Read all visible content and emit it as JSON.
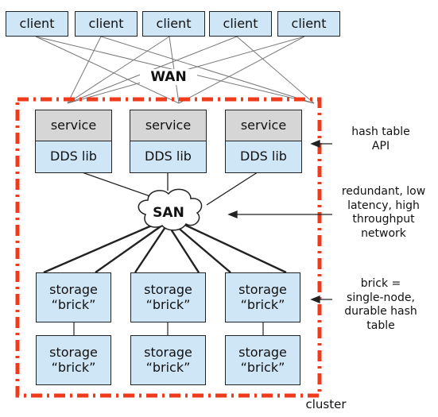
{
  "clients": [
    "client",
    "client",
    "client",
    "client",
    "client"
  ],
  "wan_label": "WAN",
  "services": [
    {
      "top": "service",
      "bottom": "DDS lib"
    },
    {
      "top": "service",
      "bottom": "DDS lib"
    },
    {
      "top": "service",
      "bottom": "DDS lib"
    }
  ],
  "san_label": "SAN",
  "bricks_row1": [
    "storage\n“brick”",
    "storage\n“brick”",
    "storage\n“brick”"
  ],
  "bricks_row2": [
    "storage\n“brick”",
    "storage\n“brick”",
    "storage\n“brick”"
  ],
  "annotations": {
    "api": "hash table\nAPI",
    "network": "redundant, low\nlatency, high\nthroughput\nnetwork",
    "brick": "brick =\nsingle-node,\ndurable hash\ntable"
  },
  "cluster_label": "cluster",
  "colors": {
    "cluster_border": "#ee3b1c",
    "box_fill": "#cfe6f7",
    "service_fill": "#d6d6d6"
  }
}
